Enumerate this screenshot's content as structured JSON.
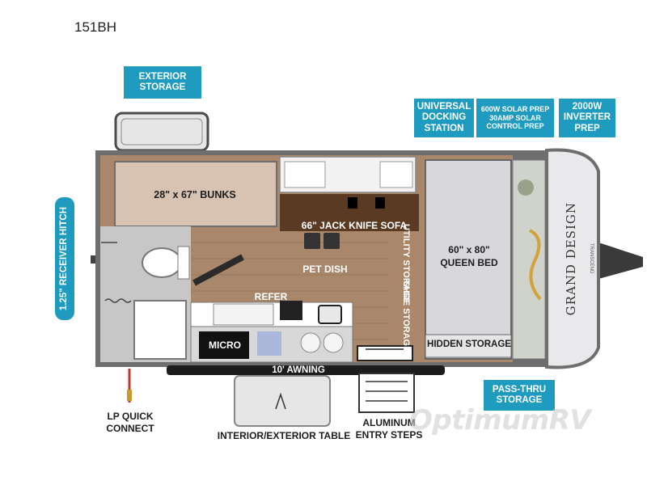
{
  "model": "151BH",
  "callouts": {
    "exterior_storage": "EXTERIOR STORAGE",
    "universal_docking": "UNIVERSAL DOCKING STATION",
    "solar": [
      "600W SOLAR PREP",
      "30AMP SOLAR",
      "CONTROL PREP"
    ],
    "inverter": "2000W INVERTER PREP",
    "receiver_hitch": "1.25\" RECEIVER HITCH",
    "pass_thru": "PASS-THRU STORAGE"
  },
  "labels": {
    "bunks": "28\" x 67\" BUNKS",
    "sofa": "66\" JACK KNIFE SOFA",
    "utility": "UTILITY STORAGE",
    "queen_bed_size": "60\" x 80\"",
    "queen_bed": "QUEEN BED",
    "pet_dish": "PET DISH",
    "refer": "REFER",
    "shoe": "SHOE STORAGE",
    "micro": "MICRO",
    "hidden_storage": "HIDDEN STORAGE",
    "awning": "10' AWNING",
    "lp_quick": "LP QUICK",
    "connect": "CONNECT",
    "table": "INTERIOR/EXTERIOR TABLE",
    "aluminum": "ALUMINUM",
    "entry_steps": "ENTRY STEPS",
    "brand": "GRAND DESIGN",
    "brand_sub": "TRANSCEND"
  },
  "watermark": "OptimumRV",
  "colors": {
    "callout": "#1f9bc0",
    "floor": "#a8876a",
    "wall": "#6e6e6e",
    "cabinet": "#5a3a22",
    "bed": "#d8d8dc",
    "lp_line": "#c0392b"
  }
}
